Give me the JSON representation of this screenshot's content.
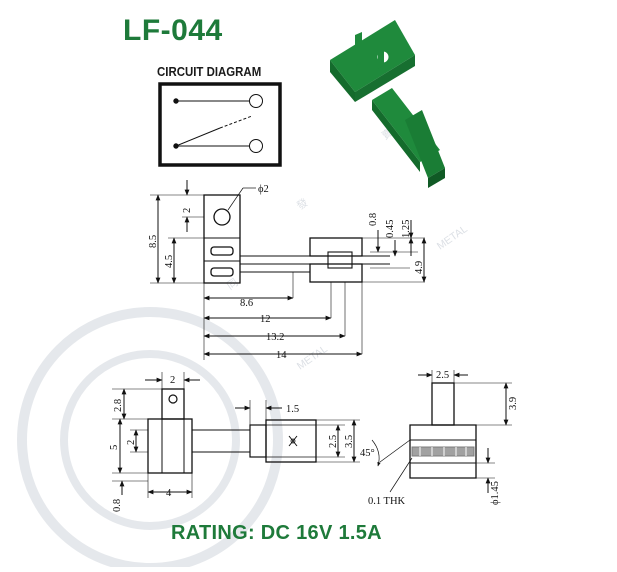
{
  "title": "LF-044",
  "circuit_label": "CIRCUIT DIAGRAM",
  "rating": "RATING: DC 16V 1.5A",
  "colors": {
    "brand_green": "#1e7a3a",
    "part_green": "#1f8a3c",
    "watermark": "#d9dde3",
    "line": "#111111"
  },
  "watermark": {
    "chars": [
      "同",
      "發",
      "賣"
    ],
    "metal": "METAL"
  },
  "dims": {
    "phi2": "ϕ2",
    "d2_top": "2",
    "d8_5": "8.5",
    "d4_5": "4.5",
    "d0_8_top": "0.8",
    "d0_45": "0.45",
    "d1_25": "1.25",
    "d4_9": "4.9",
    "d8_6": "8.6",
    "d12": "12",
    "d13_2": "13.2",
    "d14": "14",
    "d2_bottom": "2",
    "d2_8": "2.8",
    "d1_5": "1.5",
    "d5": "5",
    "d2_left": "2",
    "d2_5_mid": "2.5",
    "d3_5": "3.5",
    "d4": "4",
    "d0_8_bottom": "0.8",
    "d2_5_right": "2.5",
    "d3_9": "3.9",
    "d45": "45°",
    "thk": "0.1 THK",
    "phi1_45": "ϕ1.45"
  }
}
